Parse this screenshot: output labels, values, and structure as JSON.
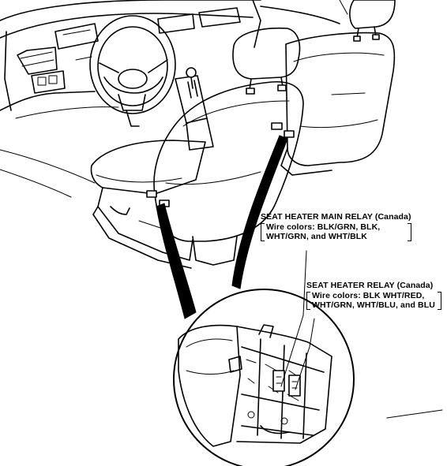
{
  "labels": {
    "main_relay": {
      "title": "SEAT HEATER MAIN RELAY (Canada)",
      "wire_line1": "Wire colors: BLK/GRN, BLK,",
      "wire_line2": "WHT/GRN, and WHT/BLK"
    },
    "heater_relay": {
      "title": "SEAT HEATER RELAY (Canada)",
      "wire_line1": "Wire colors: BLK WHT/RED,",
      "wire_line2": "WHT/GRN, WHT/BLU, and BLU"
    }
  }
}
